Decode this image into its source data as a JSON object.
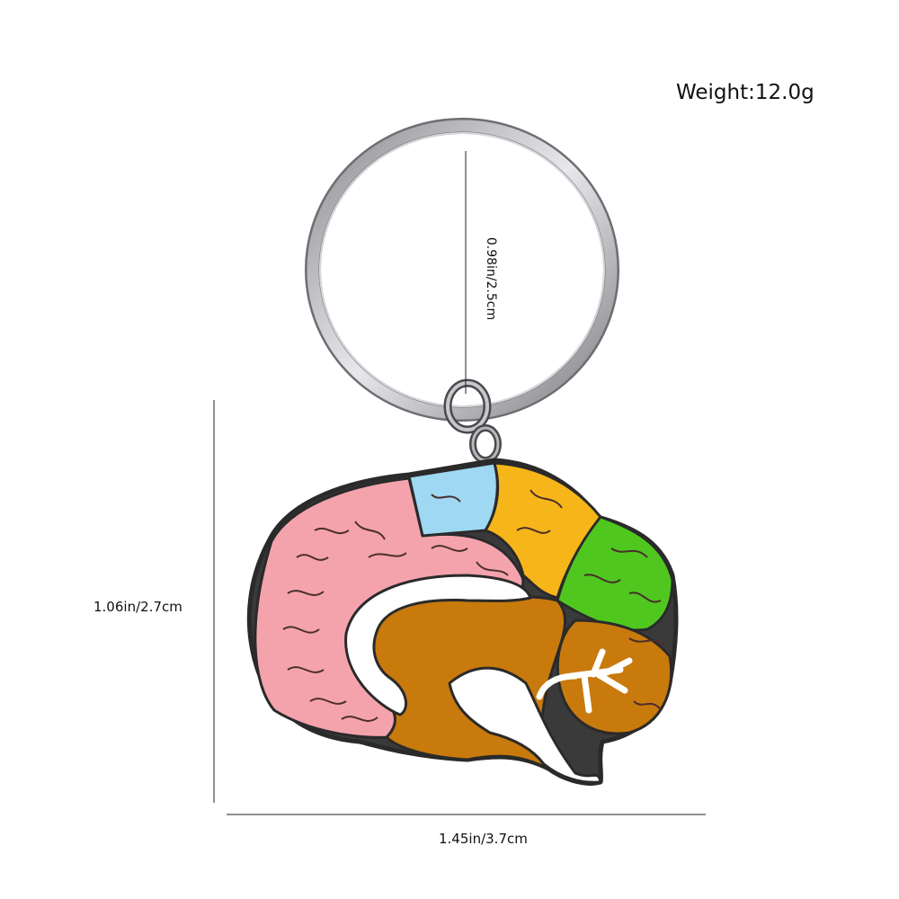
{
  "labels": {
    "weight": "Weight:12.0g",
    "width": "1.45in/3.7cm",
    "height": "1.06in/2.7cm",
    "ring_diameter": "0.98in/2.5cm"
  },
  "colors": {
    "cerebrum": "#f4a3ad",
    "parietal": "#9ed8f2",
    "occipital": "#f6b619",
    "cerebellum_outer": "#4fc71f",
    "brainstem": "#c97a0d",
    "white_matter": "#ffffff",
    "outline": "#2a2a2a",
    "ring": "#b8b8bc"
  }
}
